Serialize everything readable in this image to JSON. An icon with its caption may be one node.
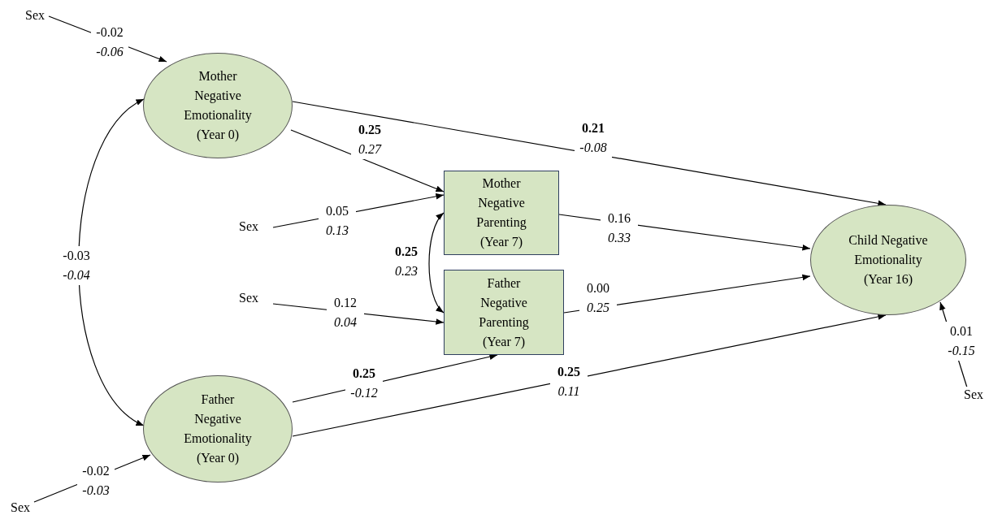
{
  "diagram": {
    "nodes": [
      {
        "text": [
          "Mother Negative Emotionality (Year 0)"
        ]
      },
      {
        "text": [
          "Father Negative Emotionality (Year 0)"
        ]
      },
      {
        "text": [
          "Mother Negative Parenting (Year 7)"
        ]
      },
      {
        "text": [
          "Father Negative Parenting (Year 7)"
        ]
      },
      {
        "text": [
          "Child Negative Emotionality (Year 16)"
        ]
      },
      {
        "text": [
          "Sex"
        ]
      },
      {
        "text": [
          "Sex"
        ]
      },
      {
        "text": [
          "Sex"
        ]
      },
      {
        "text": [
          "Sex"
        ]
      },
      {
        "text": [
          "Sex"
        ]
      }
    ],
    "edges": [
      {
        "from": 5,
        "to": 0,
        "arrow": "to",
        "label": "-0.02 *-0.06*"
      },
      {
        "from": 6,
        "to": 1,
        "arrow": "to",
        "label": "-0.02 *-0.03*"
      },
      {
        "from": 0,
        "to": 1,
        "arrow": "both",
        "label": "-0.03 *-0.04*"
      },
      {
        "from": 0,
        "to": 2,
        "arrow": "to",
        "label": "**0.25** *0.27*"
      },
      {
        "from": 0,
        "to": 4,
        "arrow": "to",
        "label": "**0.21** *-0.08*"
      },
      {
        "from": 7,
        "to": 2,
        "arrow": "to",
        "label": "0.05 *0.13*"
      },
      {
        "from": 8,
        "to": 3,
        "arrow": "to",
        "label": "0.12 *0.04*"
      },
      {
        "from": 2,
        "to": 3,
        "arrow": "both",
        "label": "**0.25** *0.23*"
      },
      {
        "from": 2,
        "to": 4,
        "arrow": "to",
        "label": "0.16 *0.33*"
      },
      {
        "from": 3,
        "to": 4,
        "arrow": "to",
        "label": "0.00 *0.25*"
      },
      {
        "from": 1,
        "to": 3,
        "arrow": "to",
        "label": "**0.25** *-0.12*"
      },
      {
        "from": 1,
        "to": 4,
        "arrow": "to",
        "label": "**0.25** *0.11*"
      },
      {
        "from": 9,
        "to": 4,
        "arrow": "to",
        "label": "0.01 *-0.15*"
      }
    ]
  }
}
